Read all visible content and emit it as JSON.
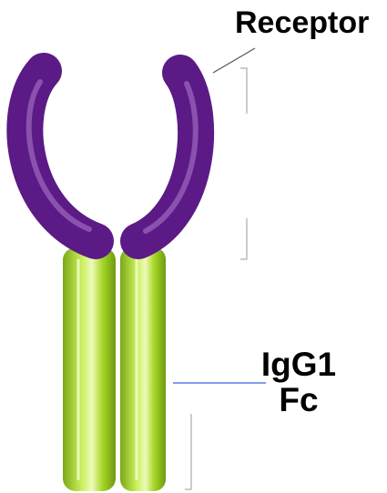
{
  "labels": {
    "receptor": "Receptor",
    "fc_line1": "IgG1",
    "fc_line2": "Fc"
  },
  "colors": {
    "receptor_domain": "#5b1a86",
    "receptor_highlight": "#b07fd0",
    "fc_domain": "#9acc1e",
    "fc_highlight": "#e6f7a8",
    "receptor_leader": "#555555",
    "fc_leader": "#3a5fe0",
    "bracket": "#bbbbbb"
  }
}
